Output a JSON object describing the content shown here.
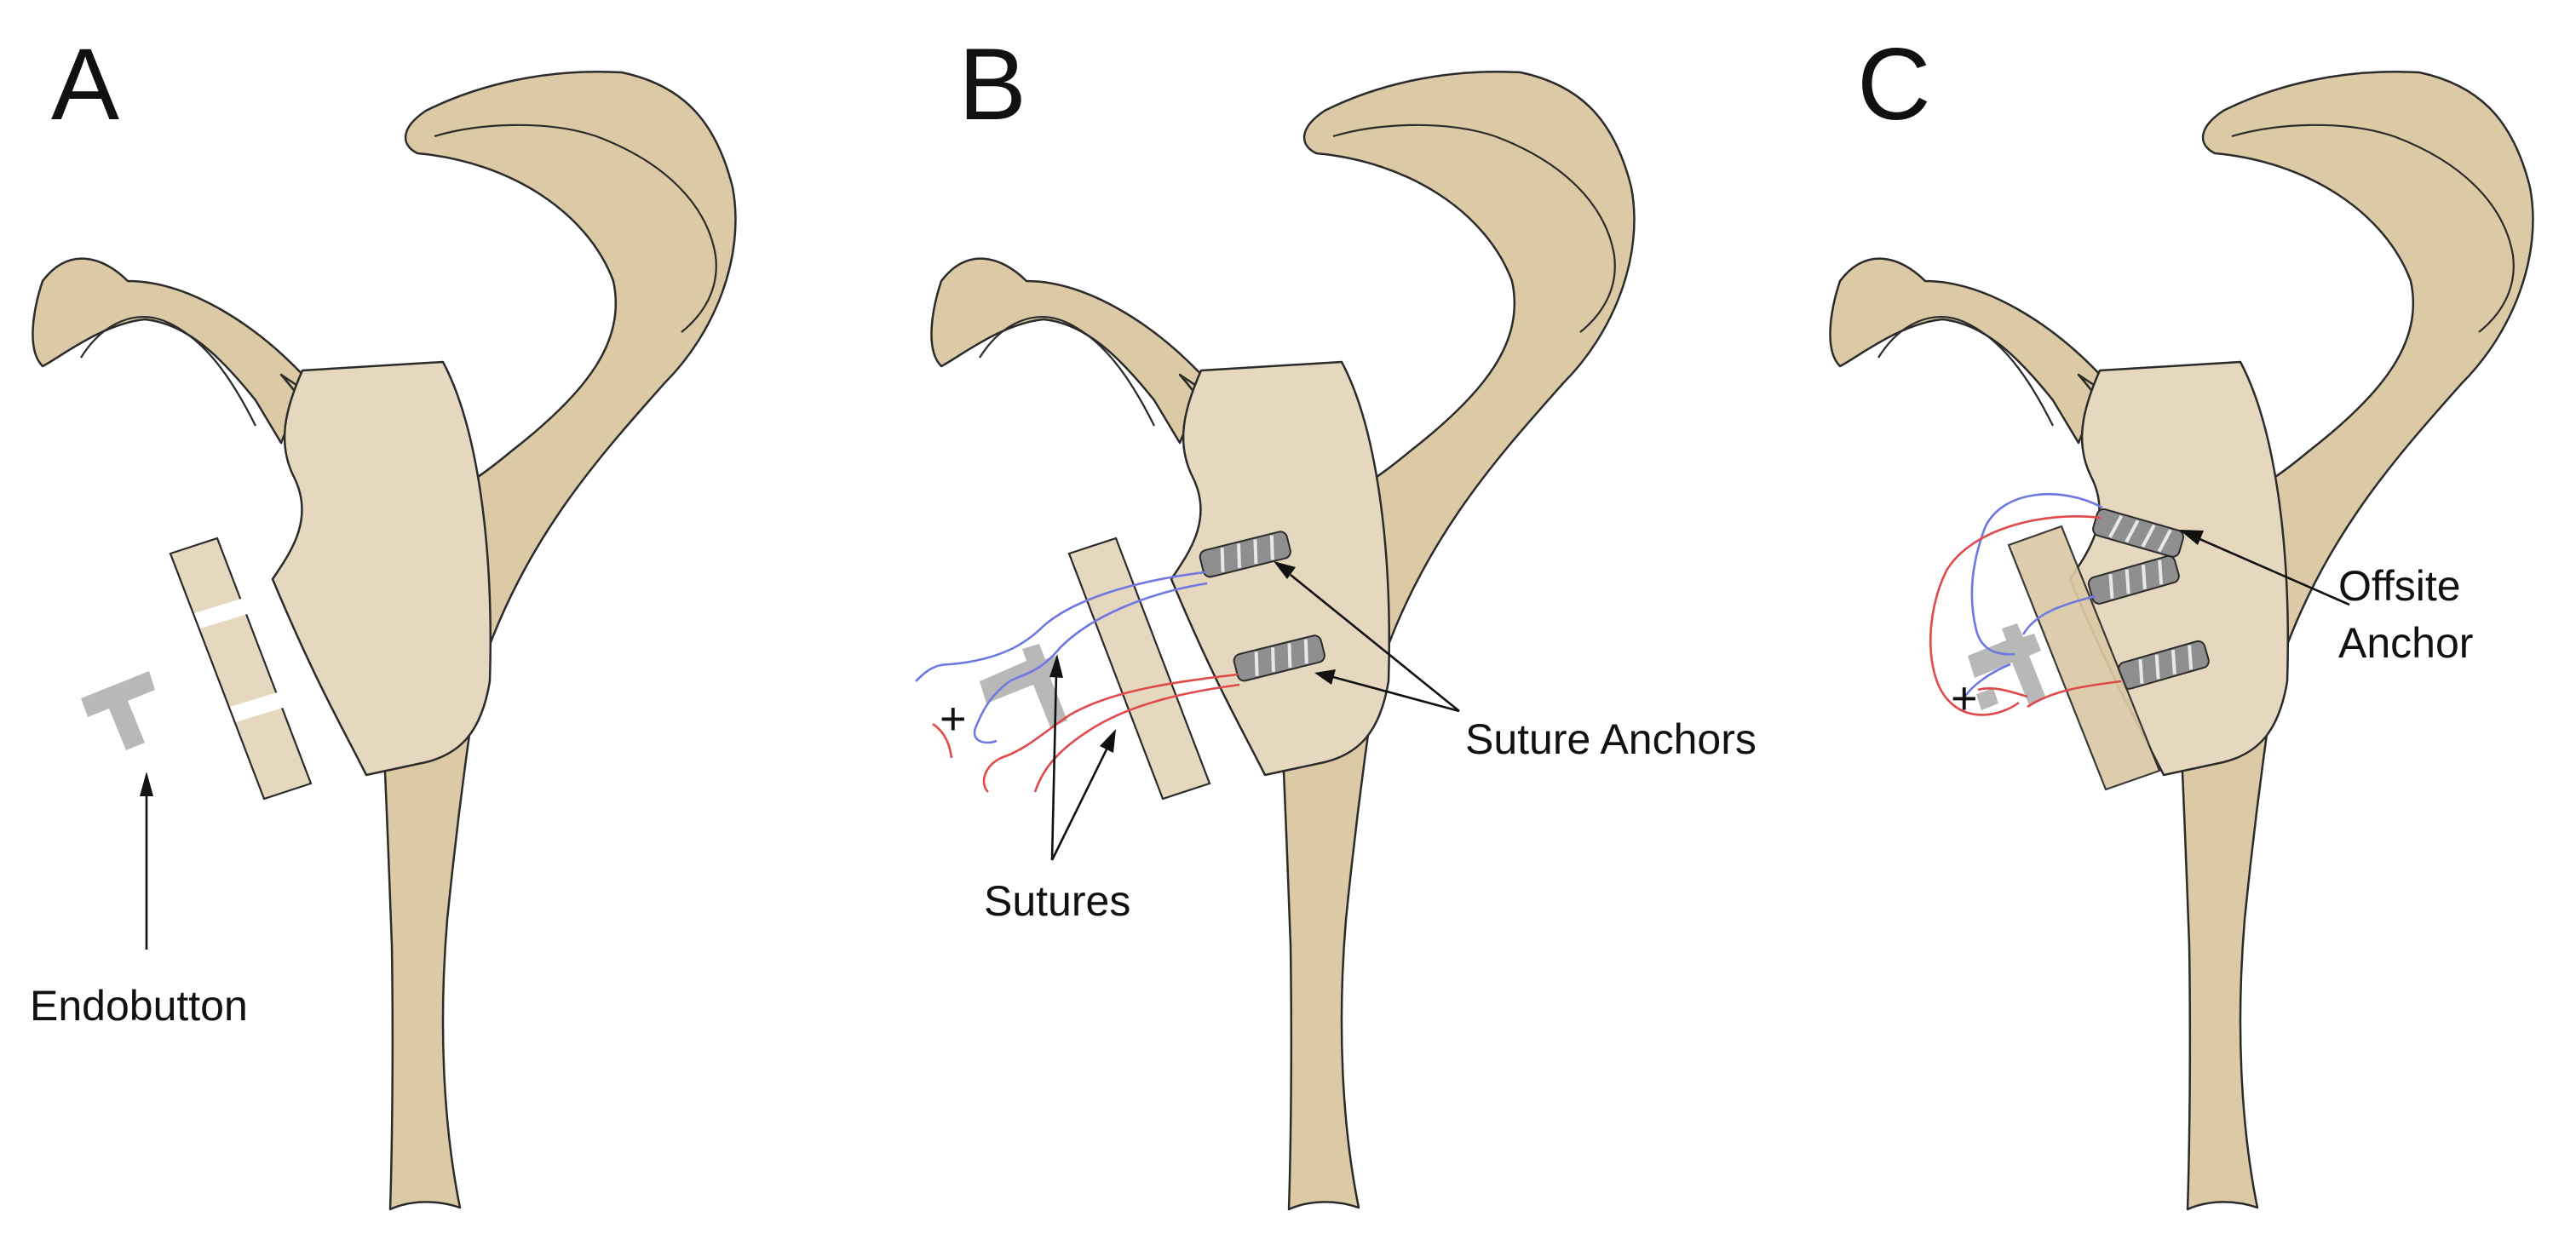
{
  "panels": [
    {
      "letter": "A",
      "labels": {
        "endobutton": "Endobutton"
      }
    },
    {
      "letter": "B",
      "labels": {
        "sutures": "Sutures",
        "suture_anchors": "Suture Anchors"
      }
    },
    {
      "letter": "C",
      "labels": {
        "offsite_line1": "Offsite",
        "offsite_line2": "Anchor"
      }
    }
  ],
  "colors": {
    "bone": "#dcc9a5",
    "glenoid": "#e6d8bf",
    "endobutton": "#b8b8b8",
    "anchor": "#8f8f8f",
    "suture_blue": "#6e78e0",
    "suture_red": "#e04a4a"
  }
}
